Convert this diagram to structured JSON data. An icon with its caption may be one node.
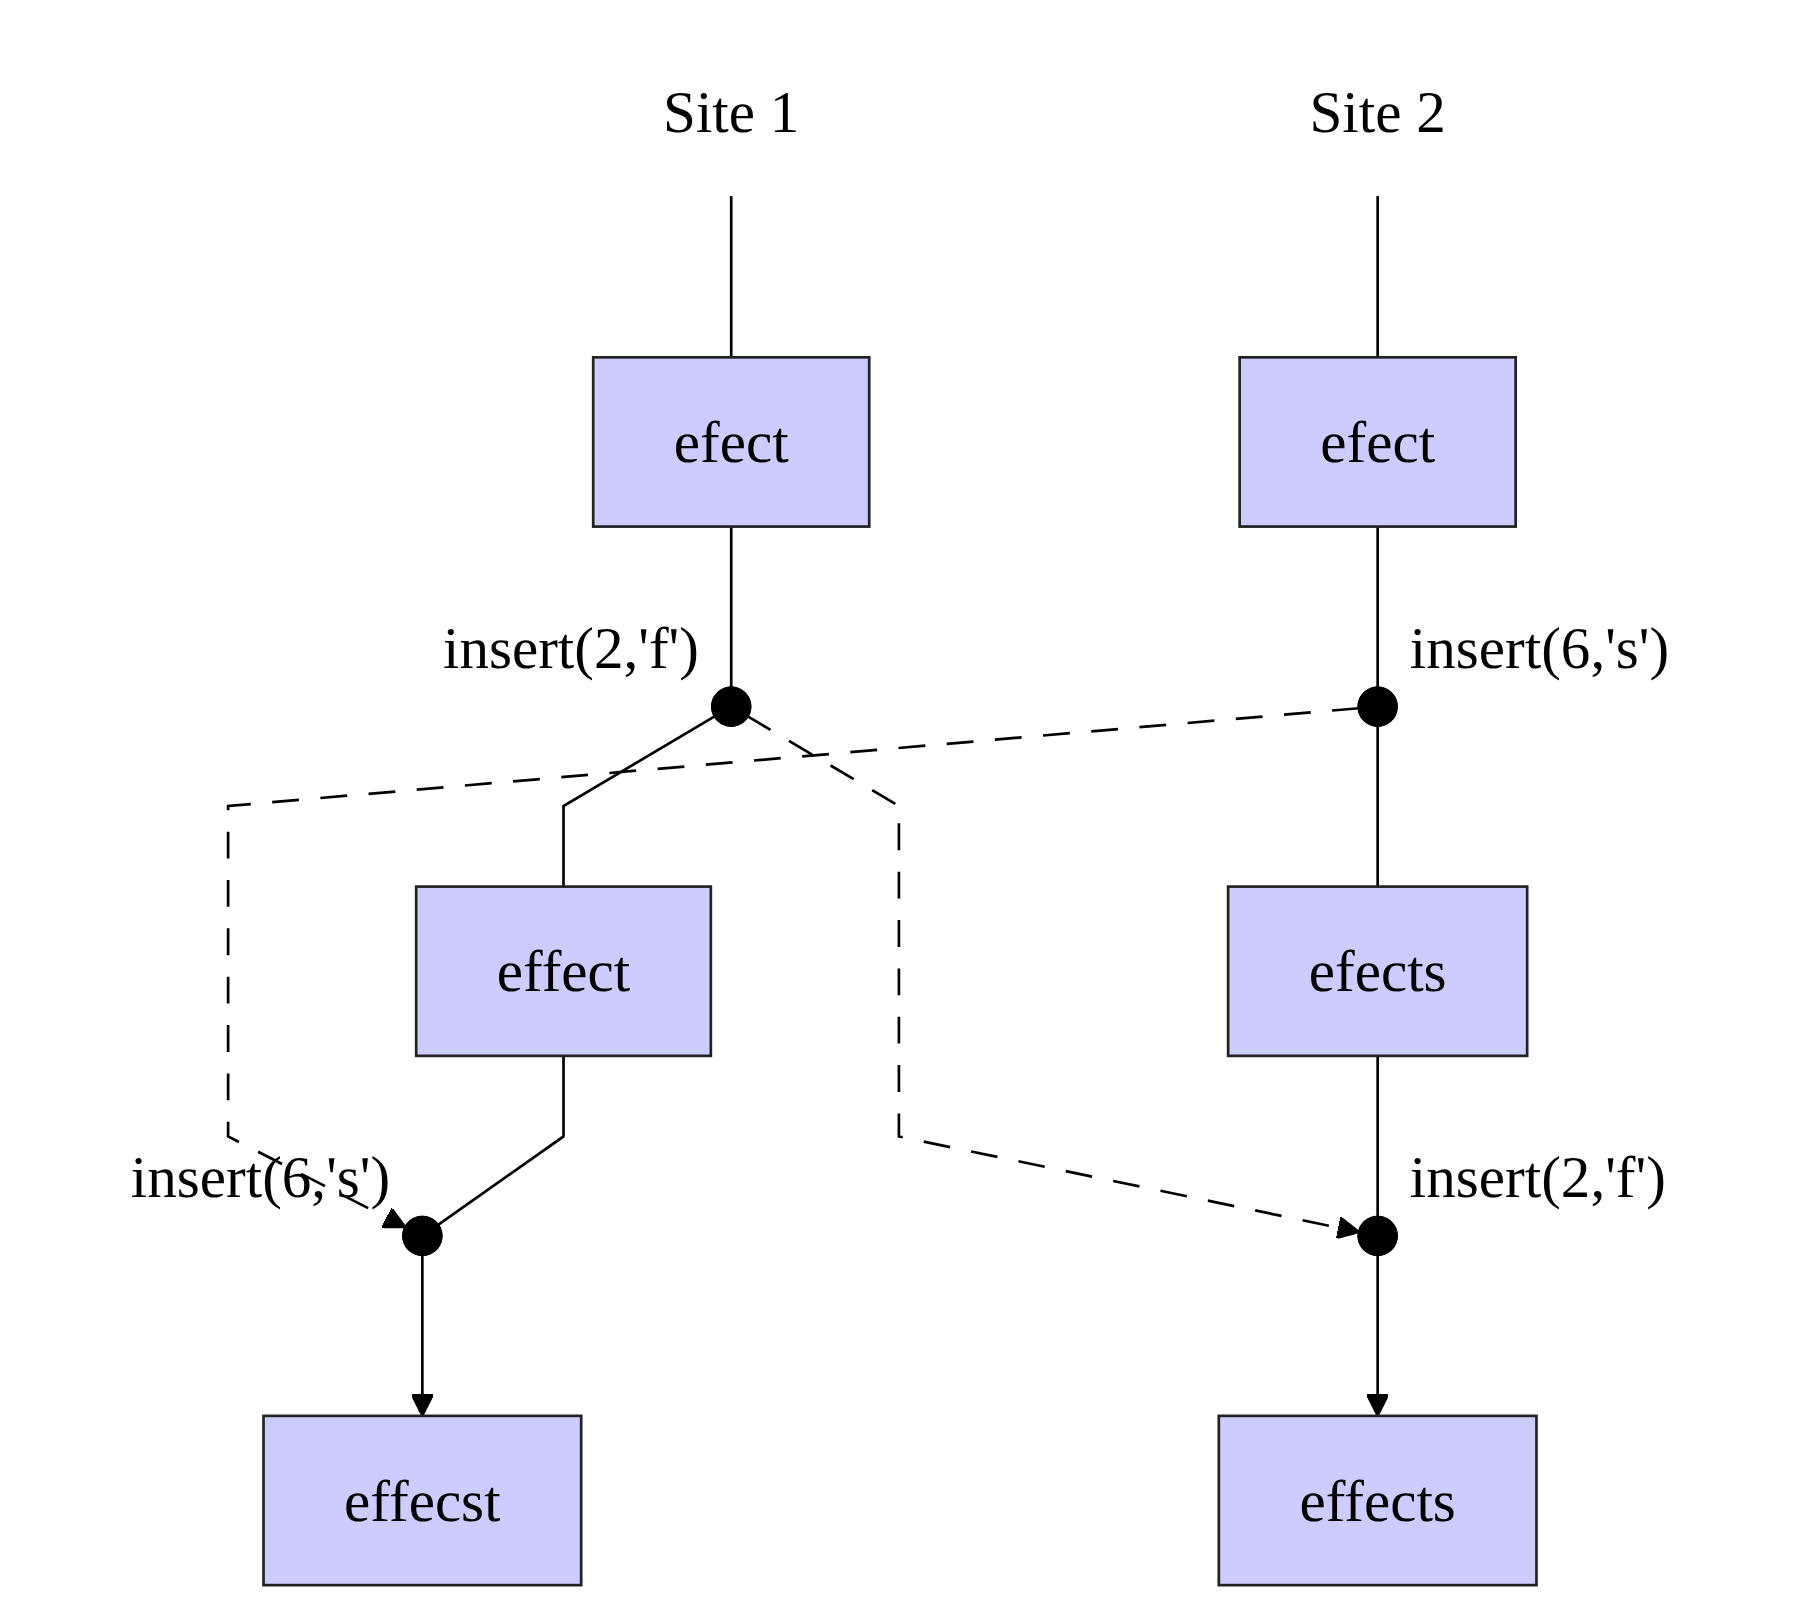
{
  "diagram": {
    "nodes": [
      {
        "text": [
          "Site 1"
        ]
      },
      {
        "text": [
          "Site 2"
        ]
      },
      {
        "text": [
          "efect"
        ]
      },
      {
        "text": [
          "efect"
        ]
      },
      {
        "text": [],
        "shape": "circle",
        "beside": [
          "insert(2,'f')"
        ]
      },
      {
        "text": [],
        "shape": "circle",
        "beside": [
          "insert(6,'s')"
        ]
      },
      {
        "text": [
          "effect"
        ]
      },
      {
        "text": [
          "efects"
        ]
      },
      {
        "text": [],
        "shape": "circle",
        "beside": [
          "insert(6,'s')"
        ]
      },
      {
        "text": [],
        "shape": "circle",
        "beside": [
          "insert(2,'f')"
        ]
      },
      {
        "text": [
          "effecst"
        ]
      },
      {
        "text": [
          "effects"
        ]
      }
    ],
    "edges": [
      {
        "from": 0,
        "to": 2,
        "arrow": "none"
      },
      {
        "from": 1,
        "to": 3,
        "arrow": "none"
      },
      {
        "from": 2,
        "to": 4,
        "arrow": "none"
      },
      {
        "from": 3,
        "to": 5,
        "arrow": "none"
      },
      {
        "from": 4,
        "to": 6,
        "arrow": "none"
      },
      {
        "from": 5,
        "to": 7,
        "arrow": "none"
      },
      {
        "from": 4,
        "to": 9,
        "arrow": "to",
        "style": "dashed"
      },
      {
        "from": 5,
        "to": 8,
        "arrow": "to",
        "style": "dashed"
      },
      {
        "from": 6,
        "to": 8,
        "arrow": "none"
      },
      {
        "from": 7,
        "to": 9,
        "arrow": "none"
      },
      {
        "from": 8,
        "to": 10,
        "arrow": "to"
      },
      {
        "from": 9,
        "to": 11,
        "arrow": "to"
      }
    ]
  }
}
